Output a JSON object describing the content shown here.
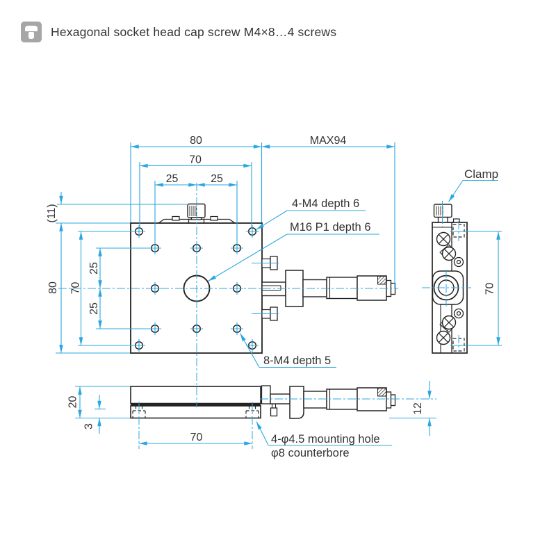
{
  "colors": {
    "accent": "#2BA7DF",
    "ink": "#232323",
    "text": "#333333",
    "icon_bg": "#A6A6A6"
  },
  "header": {
    "icon": "hex-socket-screw",
    "title": "Hexagonal socket head cap screw M4×8…4 screws"
  },
  "front_view": {
    "dim_width": "80",
    "dim_travel": "MAX94",
    "dim_hole_span_h": "70",
    "dim_pitch_h1": "25",
    "dim_pitch_h2": "25",
    "dim_knob": "(11)",
    "dim_height": "80",
    "dim_hole_span_v": "70",
    "dim_pitch_v1": "25",
    "dim_pitch_v2": "25",
    "label_corner_tap": "4-M4 depth 6",
    "label_center_tap": "M16 P1 depth 6",
    "label_grid_tap": "8-M4 depth 5"
  },
  "side_view": {
    "dim_hole_span": "70",
    "label_clamp": "Clamp"
  },
  "bottom_view": {
    "dim_height": "20",
    "dim_base": "3",
    "dim_hole_span": "70",
    "dim_axis": "12",
    "label_mount": "4-φ4.5 mounting hole",
    "label_cbore": "φ8 counterbore"
  }
}
